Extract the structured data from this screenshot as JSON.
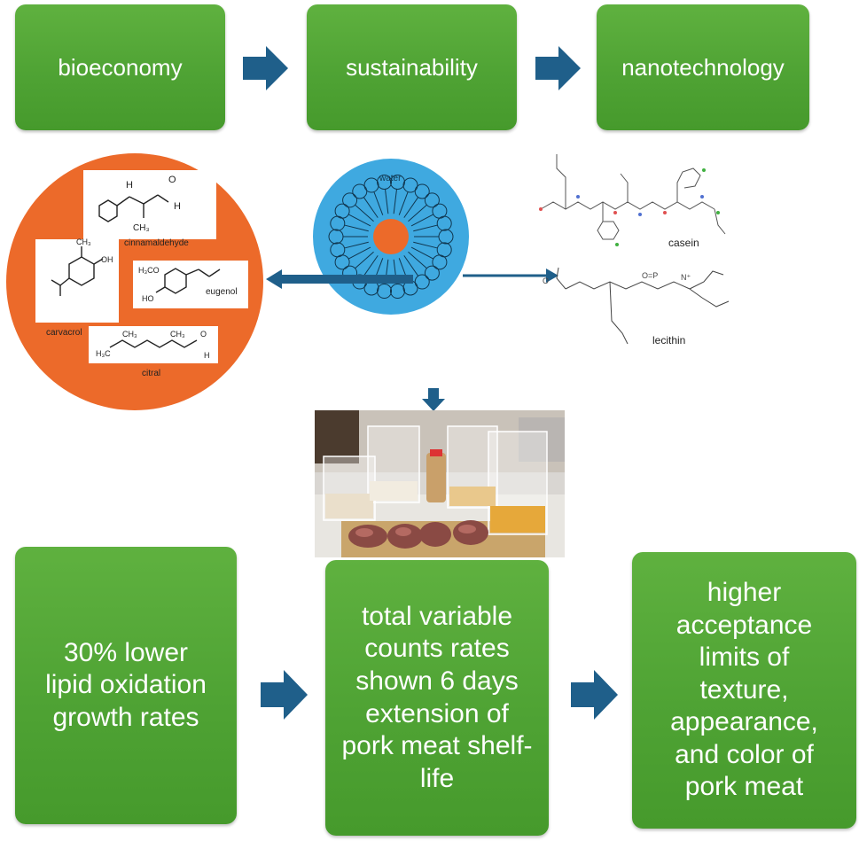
{
  "colors": {
    "box_green": "#4fa334",
    "arrow_blue": "#1f5f8a",
    "orange": "#ec6a2a",
    "micelle_blue": "#3fa9e0"
  },
  "top_row": {
    "box1": "bioeconomy",
    "box2": "sustainability",
    "box3": "nanotechnology"
  },
  "middle": {
    "micelle_label": "water",
    "compounds": {
      "cinnamaldehyde": "cinnamaldehyde",
      "carvacrol": "carvacrol",
      "eugenol": "eugenol",
      "citral": "citral"
    },
    "emulsifiers": {
      "casein": "casein",
      "lecithin": "lecithin"
    },
    "photo_icon": "beakers-and-pork-photo"
  },
  "bottom_row": {
    "box1": "30% lower lipid oxidation growth rates",
    "box2": "total variable counts rates shown 6 days extension of pork meat shelf-life",
    "box3": "higher acceptance limits of texture, appearance, and color of pork meat"
  },
  "icons": [
    "right-arrow-icon",
    "left-arrow-icon",
    "down-arrow-icon"
  ]
}
